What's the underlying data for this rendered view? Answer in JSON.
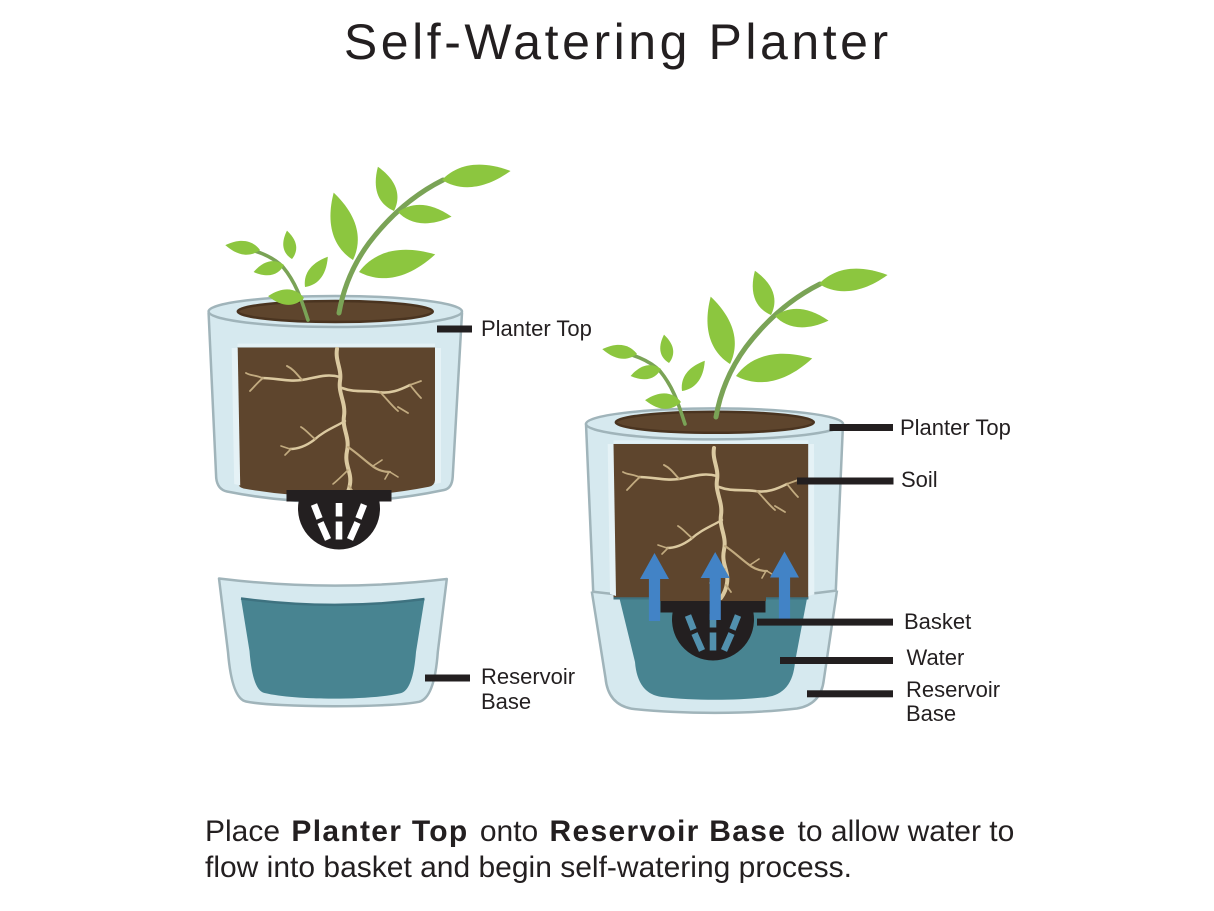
{
  "title": "Self-Watering Planter",
  "labels": {
    "left_planter_top": "Planter Top",
    "left_reservoir_line1": "Reservoir",
    "left_reservoir_line2": "Base",
    "right_planter_top": "Planter Top",
    "right_soil": "Soil",
    "right_basket": "Basket",
    "right_water": "Water",
    "right_reservoir_line1": "Reservoir",
    "right_reservoir_line2": "Base"
  },
  "caption": {
    "line1_part1": "Place ",
    "line1_part2": "Planter Top",
    "line1_part3": " onto ",
    "line1_part4": "Reservoir Base",
    "line1_part5": " to allow water to",
    "line2": "flow into basket and begin self-watering process."
  },
  "colors": {
    "bg": "#ffffff",
    "text": "#231f20",
    "pot": "#d6e9ef",
    "pot_stroke": "#a0b4ba",
    "soil": "#5e452d",
    "soil_stroke": "#4a3420",
    "water": "#488491",
    "water_stroke": "#3e7280",
    "leaf": "#8cc63f",
    "stem": "#7aa356",
    "root": "#dbc9a0",
    "root2": "#c2ab80",
    "black": "#231f20",
    "arrow": "#4283c6",
    "slot_right": "#5290ad"
  }
}
